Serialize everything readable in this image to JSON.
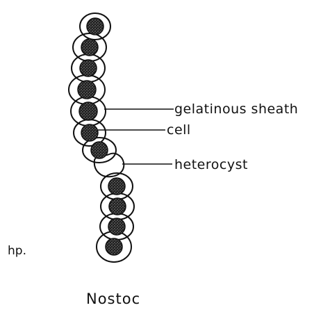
{
  "figure": {
    "title": "Nostoc",
    "magnification": "hp.",
    "labels": {
      "sheath": "gelatinous sheath",
      "cell": "cell",
      "heterocyst": "heterocyst"
    }
  },
  "colors": {
    "ink": "#111111",
    "cell_fill": "#2a2a2a",
    "cell_speckle": "#8a8a8a",
    "paper": "#ffffff"
  }
}
